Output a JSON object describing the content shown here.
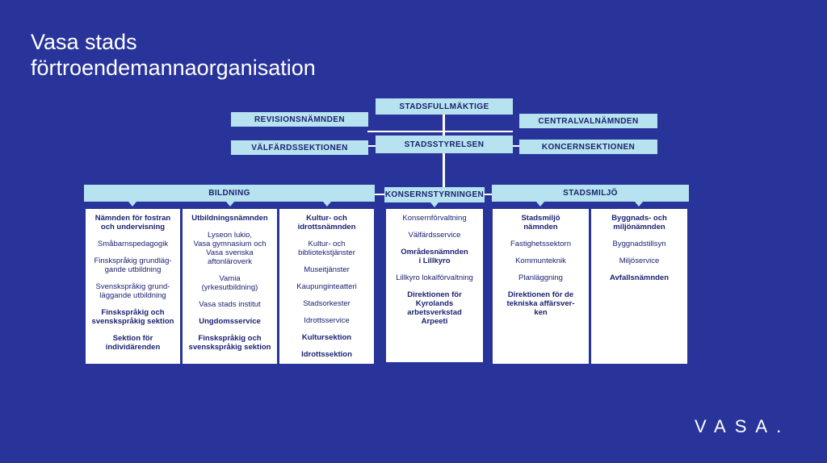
{
  "title": {
    "line1": "Vasa stads",
    "line2": "förtroendemannaorganisation"
  },
  "boxes": {
    "stadsfullmaktige": "STADSFULLMÄKTIGE",
    "revisionsnamnden": "REVISIONSNÄMNDEN",
    "centralvalnamnden": "CENTRALVALNÄMNDEN",
    "valfardssektionen": "VÄLFÄRDSSEKTIONEN",
    "stadsstyrelsen": "STADSSTYRELSEN",
    "koncernsektionen": "KONCERNSEKTIONEN",
    "bildning": "BILDNING",
    "konsernstyrningen": "KONSERNSTYRNINGEN",
    "stadsmiljo": "STADSMILJÖ"
  },
  "columns": [
    {
      "items": [
        {
          "text": "Nämnden för fostran\noch undervisning",
          "bold": true
        },
        {
          "text": "Småbarnspedagogik",
          "bold": false
        },
        {
          "text": "Finskspråkig grundläg-\ngande utbildning",
          "bold": false
        },
        {
          "text": "Svenskspråkig grund-\nläggande utbildning",
          "bold": false
        },
        {
          "text": "Finskspråkig och\nsvenskspråkig sektion",
          "bold": true
        },
        {
          "text": "Sektion för\nindividärenden",
          "bold": true
        }
      ]
    },
    {
      "items": [
        {
          "text": "Utbildningsnämnden",
          "bold": true
        },
        {
          "text": "Lyseon lukio,\nVasa gymnasium och\nVasa svenska\naftonläroverk",
          "bold": false
        },
        {
          "text": "Vamia\n(yrkesutbildning)",
          "bold": false
        },
        {
          "text": "Vasa stads institut",
          "bold": false
        },
        {
          "text": "Ungdomsservice",
          "bold": true
        },
        {
          "text": "Finskspråkig och\nsvenskspråkig sektion",
          "bold": true
        }
      ]
    },
    {
      "items": [
        {
          "text": "Kultur- och\nidrottsnämnden",
          "bold": true
        },
        {
          "text": "Kultur- och\nbibliotekstjänster",
          "bold": false
        },
        {
          "text": "Museitjänster",
          "bold": false
        },
        {
          "text": "Kaupunginteatteri",
          "bold": false
        },
        {
          "text": "Stadsorkester",
          "bold": false
        },
        {
          "text": "Idrottsservice",
          "bold": false
        },
        {
          "text": "Kultursektion",
          "bold": true
        },
        {
          "text": "Idrottssektion",
          "bold": true
        }
      ]
    },
    {
      "items": [
        {
          "text": "Konsernförvaltning",
          "bold": false
        },
        {
          "text": "Välfärdsservice",
          "bold": false
        },
        {
          "text": "Områdesnämnden\ni Lillkyro",
          "bold": true
        },
        {
          "text": "Lillkyro lokalförvaltning",
          "bold": false
        },
        {
          "text": "Direktionen för\nKyrolands\narbetsverkstad\nArpeeti",
          "bold": true
        }
      ]
    },
    {
      "items": [
        {
          "text": "Stadsmiljö\nnämnden",
          "bold": true
        },
        {
          "text": "Fastighetssektorn",
          "bold": false
        },
        {
          "text": "Kommunteknik",
          "bold": false
        },
        {
          "text": "Planläggning",
          "bold": false
        },
        {
          "text": "Direktionen för de\ntekniska affärsver-\nken",
          "bold": true
        }
      ]
    },
    {
      "items": [
        {
          "text": "Byggnads- och\nmiljönämnden",
          "bold": true
        },
        {
          "text": "Byggnadstillsyn",
          "bold": false
        },
        {
          "text": "Miljöservice",
          "bold": false
        },
        {
          "text": "Avfallsnämnden",
          "bold": true
        }
      ]
    }
  ],
  "logo": "VASA."
}
